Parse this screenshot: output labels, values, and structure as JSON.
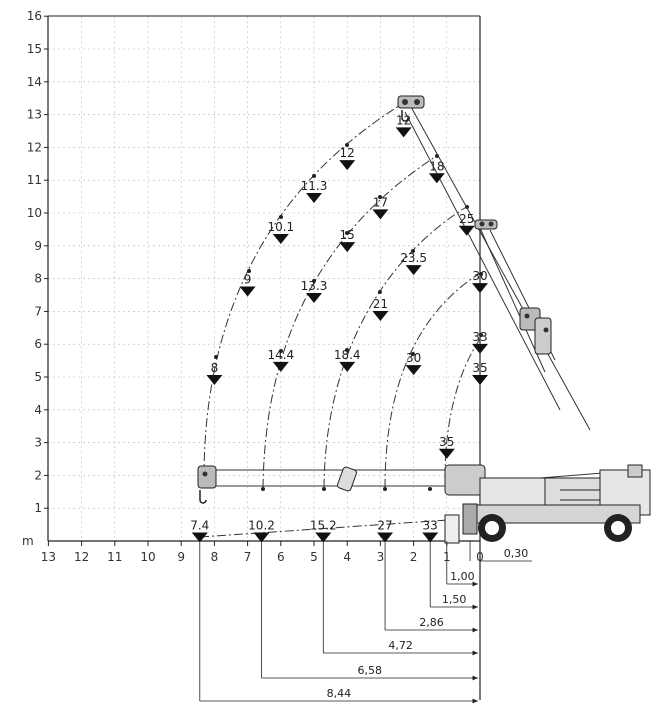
{
  "axes": {
    "unit": "m",
    "x_ticks": [
      "13",
      "12",
      "11",
      "10",
      "9",
      "8",
      "7",
      "6",
      "5",
      "4",
      "3",
      "2",
      "1",
      "0"
    ],
    "y_ticks": [
      "1",
      "2",
      "3",
      "4",
      "5",
      "6",
      "7",
      "8",
      "9",
      "10",
      "11",
      "12",
      "13",
      "14",
      "15",
      "16"
    ]
  },
  "load_labels": [
    {
      "text": "12",
      "x": 2.3,
      "y": 12.55
    },
    {
      "text": "12",
      "x": 4.0,
      "y": 11.55
    },
    {
      "text": "18",
      "x": 1.3,
      "y": 11.15
    },
    {
      "text": "11.3",
      "x": 5.0,
      "y": 10.55
    },
    {
      "text": "17",
      "x": 3.0,
      "y": 10.05
    },
    {
      "text": "25",
      "x": 0.4,
      "y": 9.55
    },
    {
      "text": "10.1",
      "x": 6.0,
      "y": 9.3
    },
    {
      "text": "15",
      "x": 4.0,
      "y": 9.05
    },
    {
      "text": "23.5",
      "x": 2.0,
      "y": 8.35
    },
    {
      "text": "30",
      "x": 0.0,
      "y": 7.8
    },
    {
      "text": "9",
      "x": 7.0,
      "y": 7.7
    },
    {
      "text": "13.3",
      "x": 5.0,
      "y": 7.5
    },
    {
      "text": "21",
      "x": 3.0,
      "y": 6.95
    },
    {
      "text": "33",
      "x": 0.0,
      "y": 5.95
    },
    {
      "text": "14.4",
      "x": 6.0,
      "y": 5.4
    },
    {
      "text": "18.4",
      "x": 4.0,
      "y": 5.4
    },
    {
      "text": "30",
      "x": 2.0,
      "y": 5.3
    },
    {
      "text": "8",
      "x": 8.0,
      "y": 5.0
    },
    {
      "text": "35",
      "x": 0.0,
      "y": 5.0
    },
    {
      "text": "35",
      "x": 1.0,
      "y": 2.75
    },
    {
      "text": "7.4",
      "x": 8.44,
      "y": 0.2
    },
    {
      "text": "10.2",
      "x": 6.58,
      "y": 0.2
    },
    {
      "text": "15.2",
      "x": 4.72,
      "y": 0.2
    },
    {
      "text": "27",
      "x": 2.86,
      "y": 0.2
    },
    {
      "text": "33",
      "x": 1.5,
      "y": 0.2
    }
  ],
  "dimensions": [
    {
      "label": "0,30",
      "value": 0.3
    },
    {
      "label": "1,00",
      "value": 1.0
    },
    {
      "label": "1,50",
      "value": 1.5
    },
    {
      "label": "2,86",
      "value": 2.86
    },
    {
      "label": "4,72",
      "value": 4.72
    },
    {
      "label": "6,58",
      "value": 6.58
    },
    {
      "label": "8,44",
      "value": 8.44
    }
  ],
  "colors": {
    "line": "#222222",
    "grid": "#b8b8b8",
    "marker": "#111111"
  }
}
